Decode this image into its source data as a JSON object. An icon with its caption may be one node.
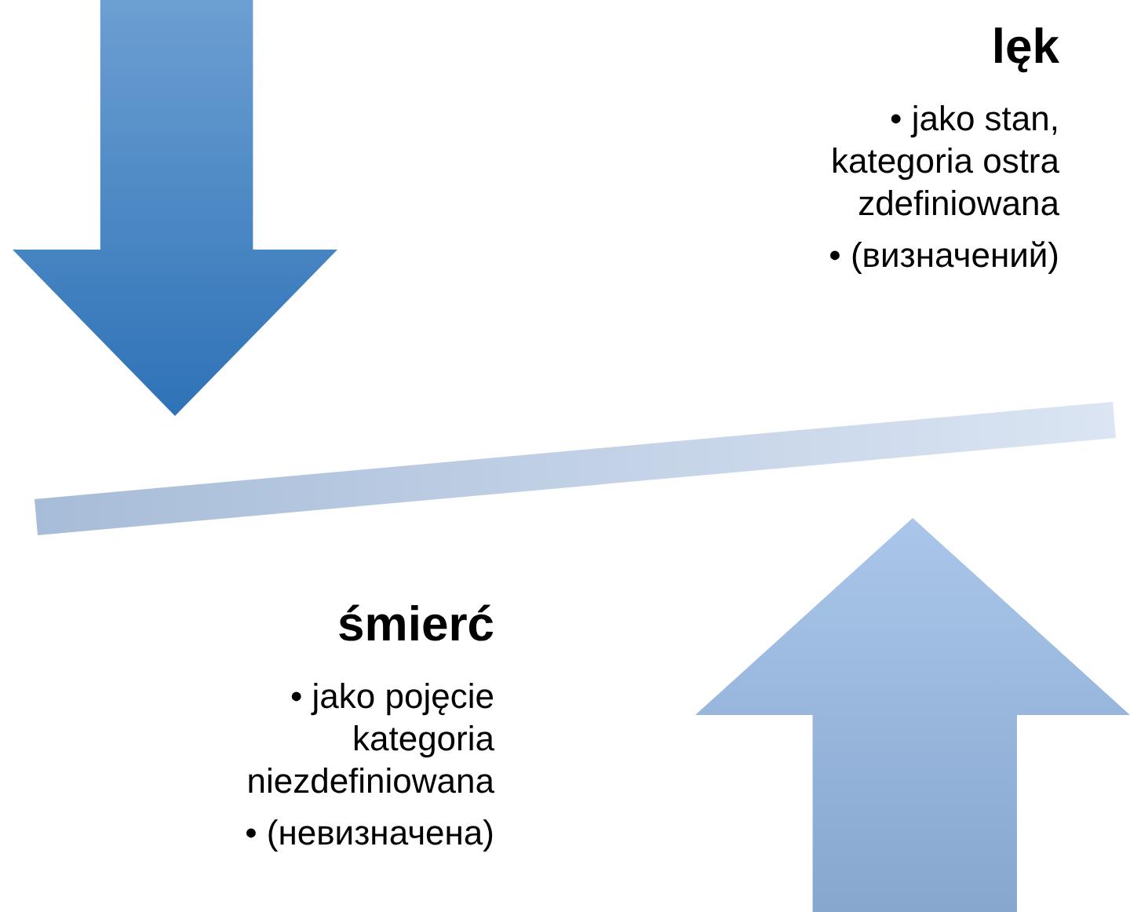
{
  "diagram": {
    "nodes": [
      {
        "text": [],
        "shape": "arrow"
      },
      {
        "text": [
          "lęk",
          "• jako stan, kategoria ostra zdefiniowana",
          "• (визначений)"
        ]
      },
      {
        "text": [],
        "shape": "bar"
      },
      {
        "text": [
          "śmierć",
          "• jako pojęcie kategoria niezdefiniowana",
          "• (невизначена)"
        ]
      },
      {
        "text": [],
        "shape": "arrow"
      }
    ]
  }
}
